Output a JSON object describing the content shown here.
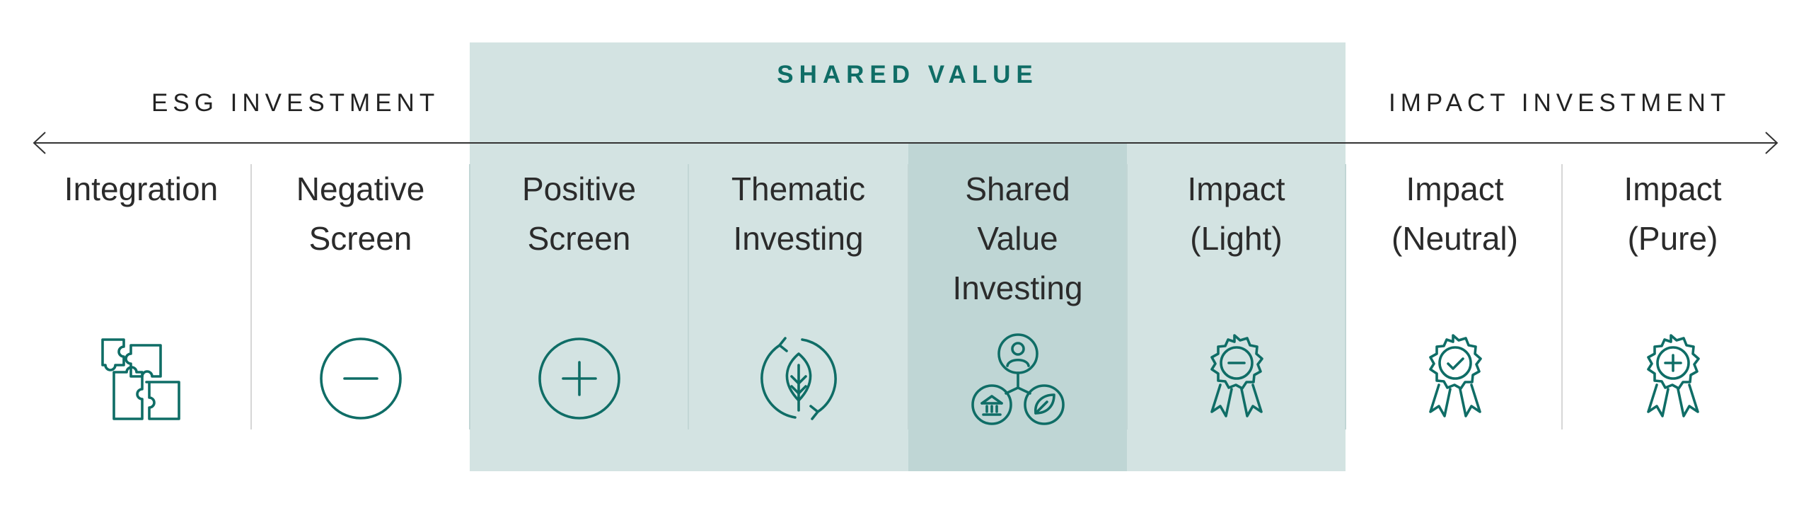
{
  "headers": {
    "esg": "ESG INVESTMENT",
    "shared": "SHARED VALUE",
    "impact": "IMPACT INVESTMENT"
  },
  "colors": {
    "accent": "#0f6d66",
    "shared_band": "#d3e3e2",
    "focus_band": "#bfd6d5",
    "text": "#2b2b2b"
  },
  "columns": [
    {
      "label": [
        "Integration"
      ],
      "icon": "puzzle-icon"
    },
    {
      "label": [
        "Negative",
        "Screen"
      ],
      "icon": "minus-circle-icon"
    },
    {
      "label": [
        "Positive",
        "Screen"
      ],
      "icon": "plus-circle-icon"
    },
    {
      "label": [
        "Thematic",
        "Investing"
      ],
      "icon": "leaf-cycle-icon"
    },
    {
      "label": [
        "Shared",
        "Value",
        "Investing"
      ],
      "icon": "network-icon"
    },
    {
      "label": [
        "Impact",
        "(Light)"
      ],
      "icon": "award-minus-icon"
    },
    {
      "label": [
        "Impact",
        "(Neutral)"
      ],
      "icon": "award-check-icon"
    },
    {
      "label": [
        "Impact",
        "(Pure)"
      ],
      "icon": "award-plus-icon"
    }
  ]
}
